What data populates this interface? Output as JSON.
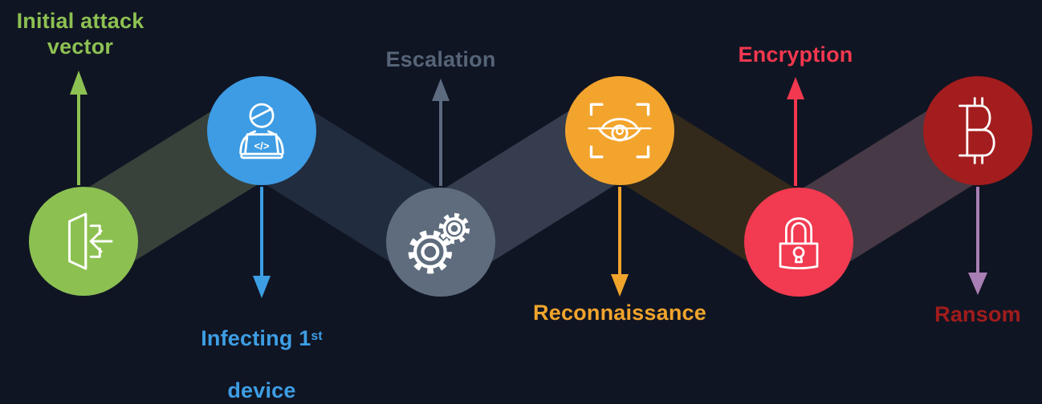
{
  "diagram": {
    "name": "ransomware-attack-chain",
    "background_color": "#101523",
    "stages": [
      {
        "id": "initial-attack-vector",
        "label": "Initial attack\nvector",
        "color": "#8dc152",
        "circle_color": "#8cc152",
        "arrow_color": "#8dc152",
        "arrow_direction": "up",
        "icon": "door-enter-icon",
        "circle_position": "bottom",
        "label_position": "top"
      },
      {
        "id": "infecting-first-device",
        "label_pre": "Infecting 1",
        "label_sup": "st",
        "label_line2": "device",
        "color": "#3d9ee4",
        "circle_color": "#3d9ce4",
        "arrow_color": "#3d9ee4",
        "arrow_direction": "down",
        "icon": "person-laptop-icon",
        "circle_position": "top",
        "label_position": "bottom"
      },
      {
        "id": "escalation",
        "label": "Escalation",
        "color": "#566478",
        "circle_color": "#5e6c7d",
        "arrow_color": "#5d6b80",
        "arrow_direction": "up",
        "icon": "gears-icon",
        "circle_position": "bottom",
        "label_position": "top"
      },
      {
        "id": "reconnaissance",
        "label": "Reconnaissance",
        "color": "#f0a42c",
        "circle_color": "#f3a42d",
        "arrow_color": "#f0a42c",
        "arrow_direction": "down",
        "icon": "eye-scan-icon",
        "circle_position": "top",
        "label_position": "bottom"
      },
      {
        "id": "encryption",
        "label": "Encryption",
        "color": "#f2384f",
        "circle_color": "#f23a50",
        "arrow_color": "#f2384f",
        "arrow_direction": "up",
        "icon": "padlock-icon",
        "circle_position": "bottom",
        "label_position": "top"
      },
      {
        "id": "ransom",
        "label": "Ransom",
        "color": "#a11c1c",
        "circle_color": "#a41d1e",
        "arrow_color": "#a87fb5",
        "arrow_direction": "down",
        "icon": "bitcoin-icon",
        "circle_position": "top",
        "label_position": "bottom"
      }
    ],
    "ribbon_colors": [
      "#38423b",
      "#212c3e",
      "#353d4e",
      "#332a1b",
      "#473945"
    ]
  }
}
